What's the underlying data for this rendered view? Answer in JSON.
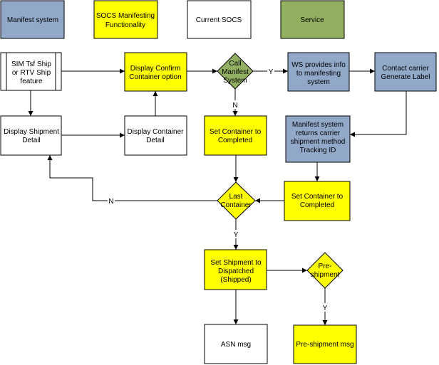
{
  "colors": {
    "manifest_system": "#92a8c9",
    "socs_manifesting": "#ffff00",
    "current_socs": "#ffffff",
    "service": "#92b061",
    "line": "#000000"
  },
  "legend": {
    "manifest_system": "Manifest system",
    "socs_manifesting": [
      "SOCS Manifesting",
      "Functionality"
    ],
    "current_socs": "Current SOCS",
    "service": "Service"
  },
  "nodes": {
    "sim_feature": [
      "SIM Tsf Ship",
      "or RTV Ship",
      "feature"
    ],
    "display_confirm": [
      "Display Confirm",
      "Container option"
    ],
    "call_manifest": [
      "Call",
      "Manifest",
      "System"
    ],
    "ws_provides": [
      "WS provides info",
      "to manifesting",
      "system"
    ],
    "contact_carrier": [
      "Contact carrier",
      "Generate Label"
    ],
    "display_shipment_detail": [
      "Display Shipment",
      "Detail"
    ],
    "display_container_detail": [
      "Display Container",
      "Detail"
    ],
    "set_container_completed_1": [
      "Set Container to",
      "Completed"
    ],
    "manifest_returns": [
      "Manifest system",
      "returns carrier",
      "shipment method",
      "Tracking ID"
    ],
    "last_container": [
      "Last",
      "Container"
    ],
    "set_container_completed_2": [
      "Set Container to",
      "Completed"
    ],
    "set_shipment_dispatched": [
      "Set Shipment to",
      "Dispatched",
      "(Shipped)"
    ],
    "pre_shipment_decision": [
      "Pre-",
      "shipment"
    ],
    "asn_msg": "ASN msg",
    "pre_shipment_msg": "Pre-shipment msg"
  },
  "edge_labels": {
    "call_yes": "Y",
    "call_no": "N",
    "last_no": "N",
    "last_yes": "Y",
    "pre_yes": "Y"
  }
}
